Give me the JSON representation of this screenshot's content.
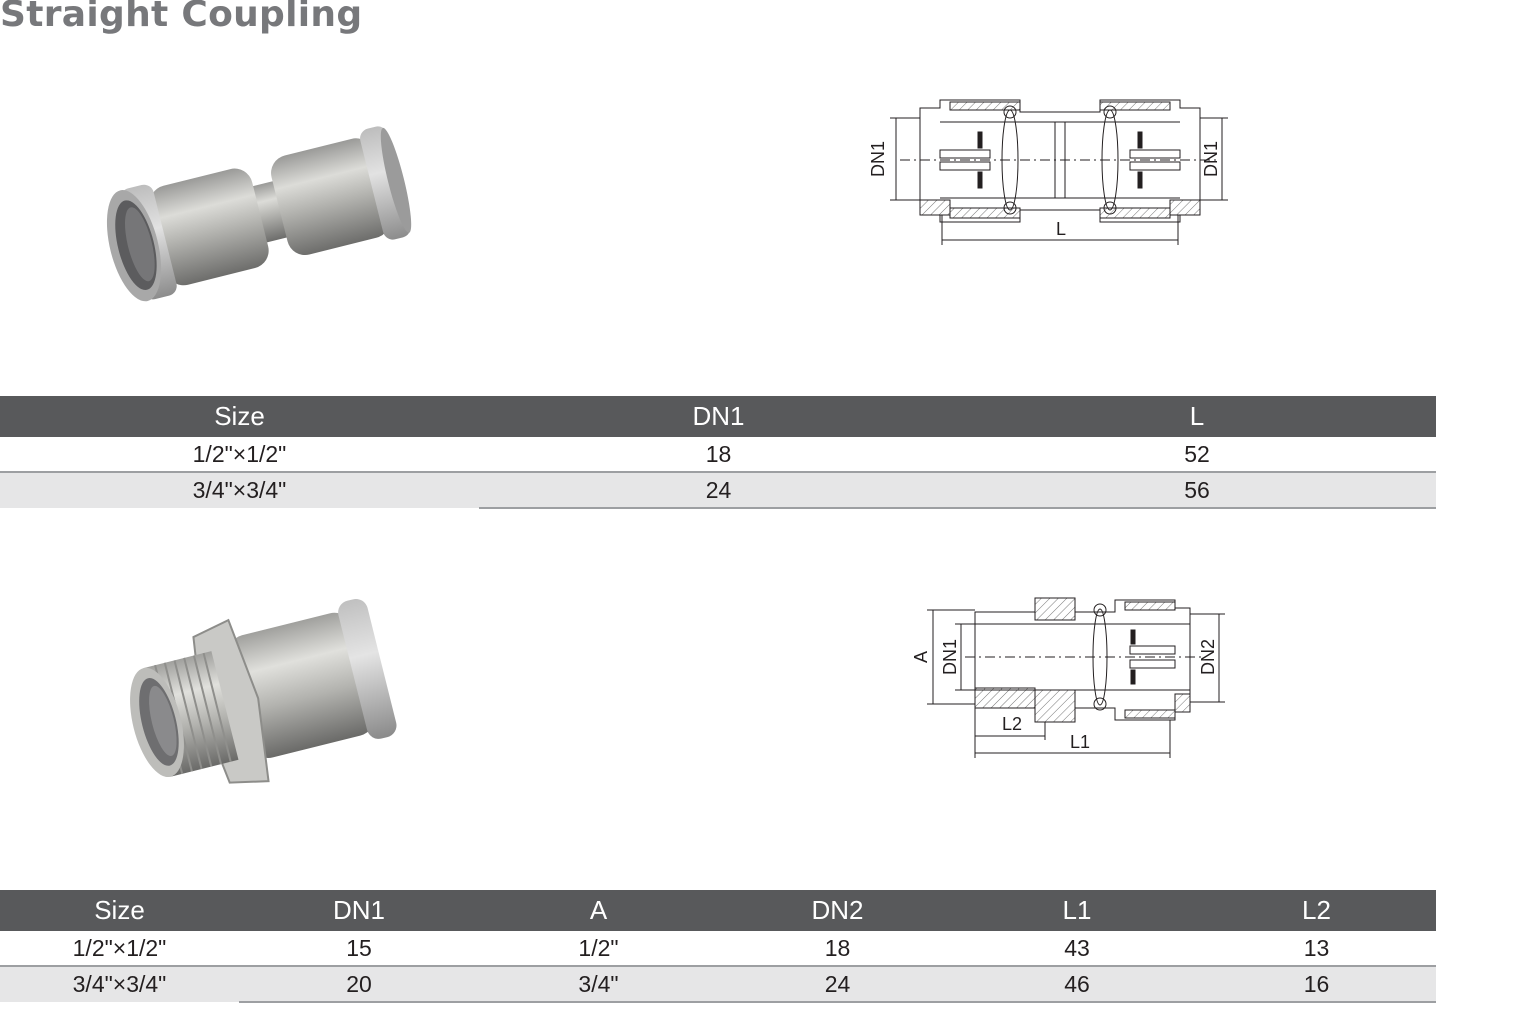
{
  "page": {
    "title": "Straight Coupling"
  },
  "product1": {
    "drawing_labels": {
      "dn1_left": "DN1",
      "dn1_right": "DN1",
      "length": "L"
    },
    "table": {
      "headers": [
        "Size",
        "DN1",
        "L"
      ],
      "rows": [
        [
          "1/2\"×1/2\"",
          "18",
          "52"
        ],
        [
          "3/4\"×3/4\"",
          "24",
          "56"
        ]
      ]
    }
  },
  "product2": {
    "drawing_labels": {
      "a": "A",
      "dn1": "DN1",
      "dn2": "DN2",
      "l1": "L1",
      "l2": "L2"
    },
    "table": {
      "headers": [
        "Size",
        "DN1",
        "A",
        "DN2",
        "L1",
        "L2"
      ],
      "rows": [
        [
          "1/2\"×1/2\"",
          "15",
          "1/2\"",
          "18",
          "43",
          "13"
        ],
        [
          "3/4\"×3/4\"",
          "20",
          "3/4\"",
          "24",
          "46",
          "16"
        ]
      ]
    }
  },
  "colors": {
    "header_bg": "#58595b",
    "alt_row": "#e6e6e7",
    "title": "#77787b"
  }
}
